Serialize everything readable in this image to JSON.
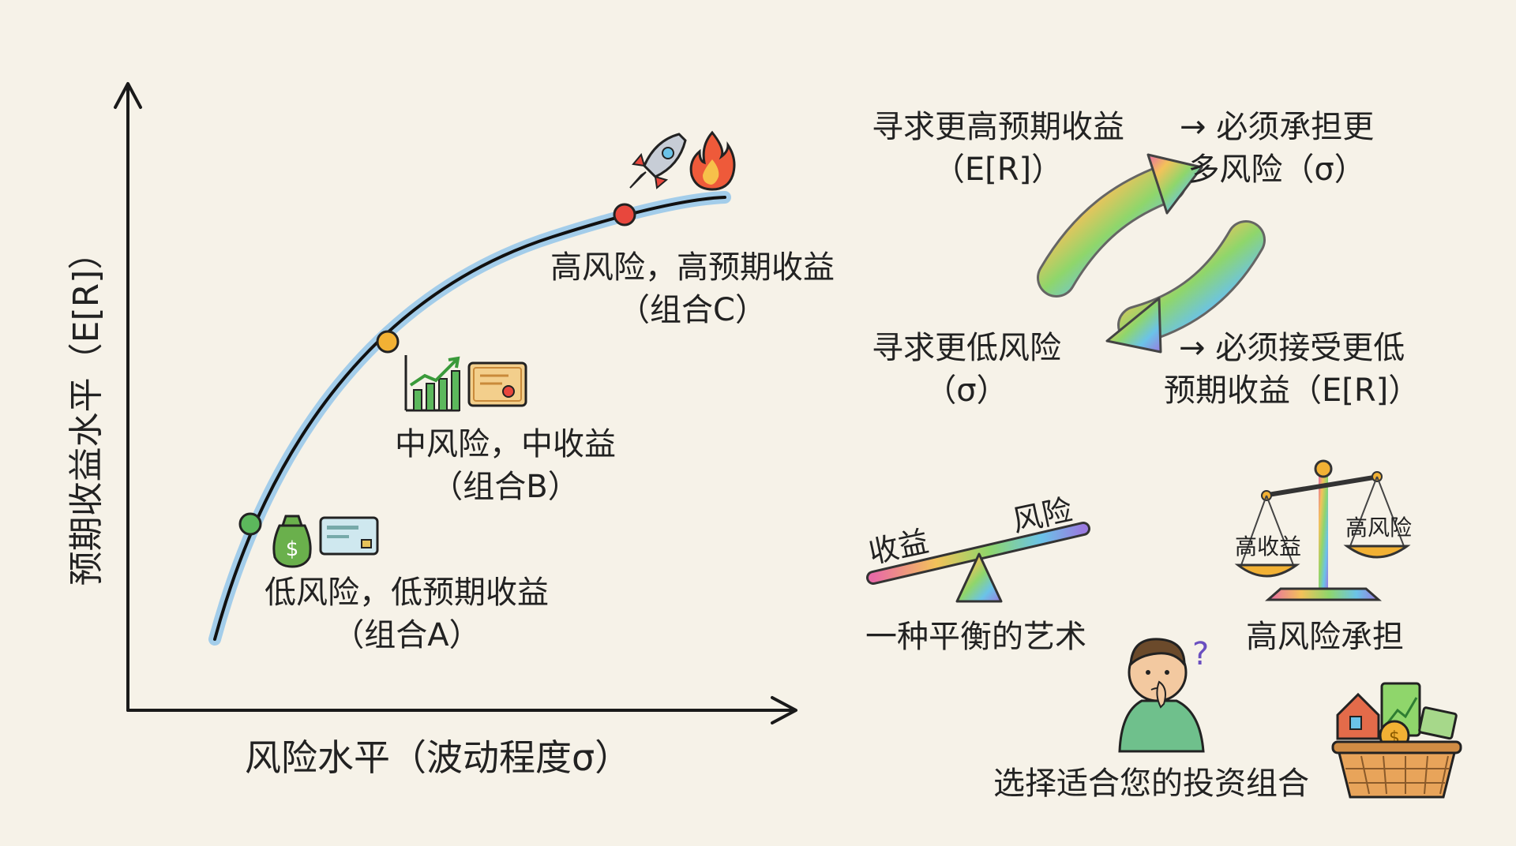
{
  "axes": {
    "y_label": "预期收益水平（E[R]）",
    "x_label": "风险水平（波动程度σ）"
  },
  "portfolios": [
    {
      "id": "A",
      "line1": "低风险，低预期收益",
      "line2": "（组合A）",
      "color": "#5cb85c",
      "icons": [
        "money-bag-icon",
        "credit-card-icon"
      ]
    },
    {
      "id": "B",
      "line1": "中风险，中收益",
      "line2": "（组合B）",
      "color": "#f2b134",
      "icons": [
        "growth-chart-icon",
        "certificate-icon"
      ]
    },
    {
      "id": "C",
      "line1": "高风险，高预期收益",
      "line2": "（组合C）",
      "color": "#e8473d",
      "icons": [
        "rocket-icon",
        "fire-icon"
      ]
    }
  ],
  "tradeoff": {
    "top_left": [
      "寻求更高预期收益",
      "（E[R]）"
    ],
    "top_right": [
      "→ 必须承担更",
      "多风险（σ）"
    ],
    "bottom_left": [
      "寻求更低风险",
      "（σ）"
    ],
    "bottom_right": [
      "→ 必须接受更低",
      "预期收益（E[R]）"
    ]
  },
  "seesaw": {
    "left_label": "收益",
    "right_label": "风险",
    "caption": "一种平衡的艺术"
  },
  "scale": {
    "left_label": "高收益",
    "right_label": "高风险",
    "caption": "高风险承担"
  },
  "choice": {
    "caption": "选择适合您的投资组合",
    "icons": [
      "thinking-person-icon",
      "asset-basket-icon"
    ]
  },
  "colors": {
    "curve_glow": "#8fc3ea",
    "axis": "#1a1a1a"
  }
}
